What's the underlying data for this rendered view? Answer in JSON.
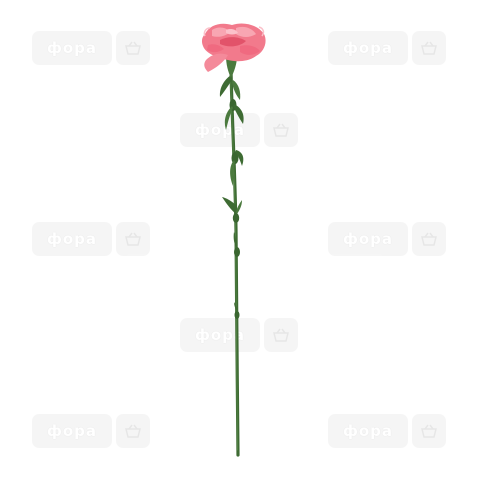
{
  "image": {
    "subject": "single pink carnation",
    "background_color": "#ffffff",
    "colors": {
      "petals": "#f27a8c",
      "petals_light": "#f8a6b2",
      "petals_dark": "#e2536a",
      "stem": "#3e6b33",
      "stem_dark": "#2e5226",
      "watermark": "#f5f5f5"
    }
  },
  "watermark": {
    "text": "фора",
    "icon": "basket-icon",
    "instances": 8
  }
}
